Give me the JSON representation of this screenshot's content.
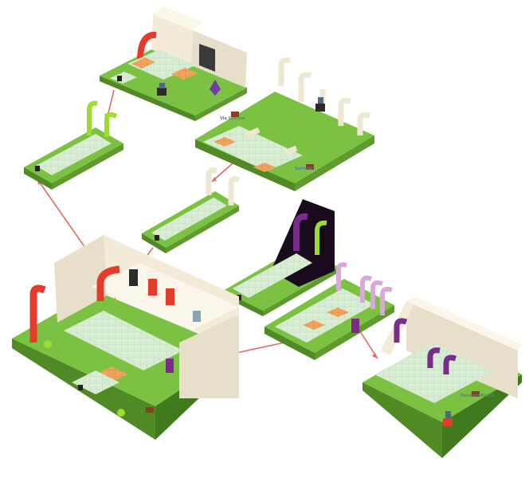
{
  "map": {
    "title": "",
    "room_labels": {
      "top_room": "",
      "pipe_room": "Via System",
      "pipe_room_2": "Surface",
      "purple_room_exit": "Pendant Room"
    }
  },
  "colors": {
    "grass": "#7cc242",
    "grass_dark": "#5f9a2c",
    "grass_side": "#4f8a25",
    "floor_tile": "#d8ecd3",
    "orange_tile": "#f0a35a",
    "wall_cream": "#f3ead7",
    "wall_shadow": "#d6cdb9",
    "pipe_red": "#e53b2b",
    "pipe_green": "#9bdc2e",
    "pipe_purple": "#7a2b8c",
    "pipe_lilac": "#d9a9dc",
    "pipe_cream": "#efe7d2",
    "connector_line": "#e36a5f",
    "void_black": "#1a0a1e"
  },
  "icons": [
    "down-arrow-icon",
    "treasure-chest-icon",
    "gem-icon",
    "robot-icon",
    "door-icon"
  ]
}
